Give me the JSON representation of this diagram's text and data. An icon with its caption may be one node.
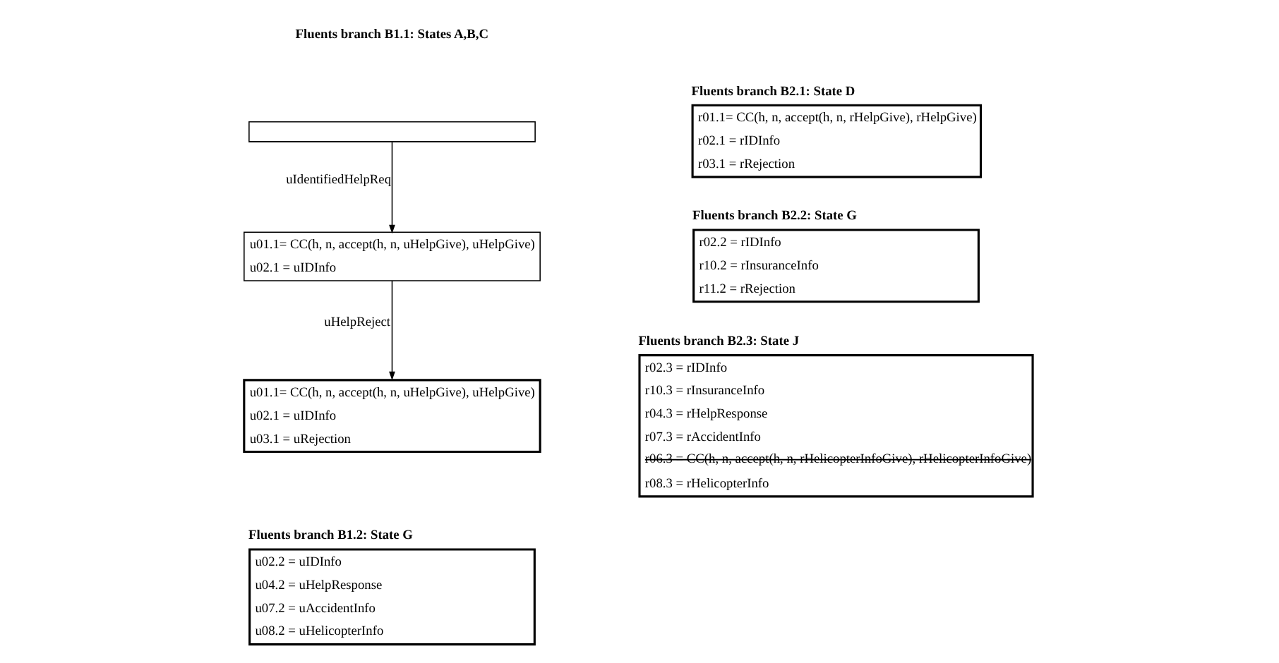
{
  "diagram": {
    "nodes": [
      {
        "text": [],
        "shape": "box"
      },
      {
        "text": [
          "u01.1= CC(h, n, accept(h, n, uHelpGive), uHelpGive)",
          "u02.1 = uIDInfo"
        ]
      },
      {
        "text": [
          "u01.1= CC(h, n, accept(h, n, uHelpGive), uHelpGive)",
          "u02.1 = uIDInfo",
          "u03.1 = uRejection"
        ]
      },
      {
        "text": [
          "Fluents branch B1.2: State G",
          "u02.2 = uIDInfo",
          "u04.2 = uHelpResponse",
          "u07.2 = uAccidentInfo",
          "u08.2 = uHelicopterInfo"
        ]
      },
      {
        "text": [
          "Fluents branch B2.1: State D",
          "r01.1= CC(h, n, accept(h, n, rHelpGive), rHelpGive)",
          "r02.1 = rIDInfo",
          "r03.1 = rRejection"
        ]
      },
      {
        "text": [
          "Fluents branch B2.2: State G",
          "r02.2 = rIDInfo",
          "r10.2 = rInsuranceInfo",
          "r11.2 = rRejection"
        ]
      },
      {
        "text": [
          "Fluents branch B2.3: State J",
          "r02.3 = rIDInfo",
          "r10.3 = rInsuranceInfo",
          "r04.3 = rHelpResponse",
          "r07.3 = rAccidentInfo",
          "r06.3 = CC(h, n, accept(h, n, rHelicopterInfoGive), rHelicopterInfoGive)",
          "r08.3 = rHelicopterInfo"
        ]
      }
    ],
    "edges": [
      {
        "from": 0,
        "to": 1,
        "arrow": "to",
        "label": "uIdentifiedHelpReq"
      },
      {
        "from": 1,
        "to": 2,
        "arrow": "to",
        "label": "uHelpReject"
      }
    ],
    "labels": [
      "Fluents branch B1.1: States A,B,C"
    ]
  }
}
